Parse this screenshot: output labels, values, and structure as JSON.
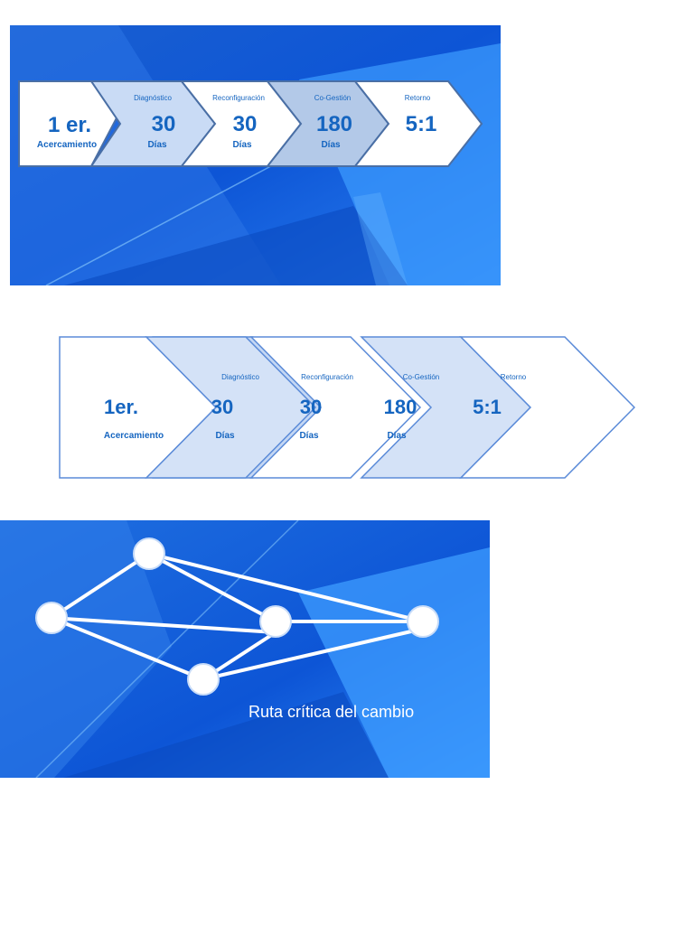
{
  "process_top": {
    "steps": [
      {
        "label": "",
        "value": "1 er.",
        "unit": "Acercamiento"
      },
      {
        "label": "Diagnóstico",
        "value": "30",
        "unit": "Días"
      },
      {
        "label": "Reconfiguración",
        "value": "30",
        "unit": "Días"
      },
      {
        "label": "Co-Gestión",
        "value": "180",
        "unit": "Días"
      },
      {
        "label": "Retorno",
        "value": "5:1",
        "unit": ""
      }
    ]
  },
  "process_middle": {
    "steps": [
      {
        "label": "",
        "value": "1er.",
        "unit": "Acercamiento"
      },
      {
        "label": "Diagnóstico",
        "value": "30",
        "unit": "Días"
      },
      {
        "label": "Reconfiguración",
        "value": "30",
        "unit": "Días"
      },
      {
        "label": "Co-Gestión",
        "value": "180",
        "unit": "Días"
      },
      {
        "label": "Retorno",
        "value": "5:1",
        "unit": ""
      }
    ]
  },
  "network": {
    "caption": "Ruta crítica del cambio"
  },
  "colors": {
    "background_blue": "#1e6ee0",
    "light_blue": "#3d9cff",
    "text_blue": "#1565c0",
    "chevron_fill_light": "#c9dbf5",
    "chevron_border": "#5b8bd8"
  }
}
